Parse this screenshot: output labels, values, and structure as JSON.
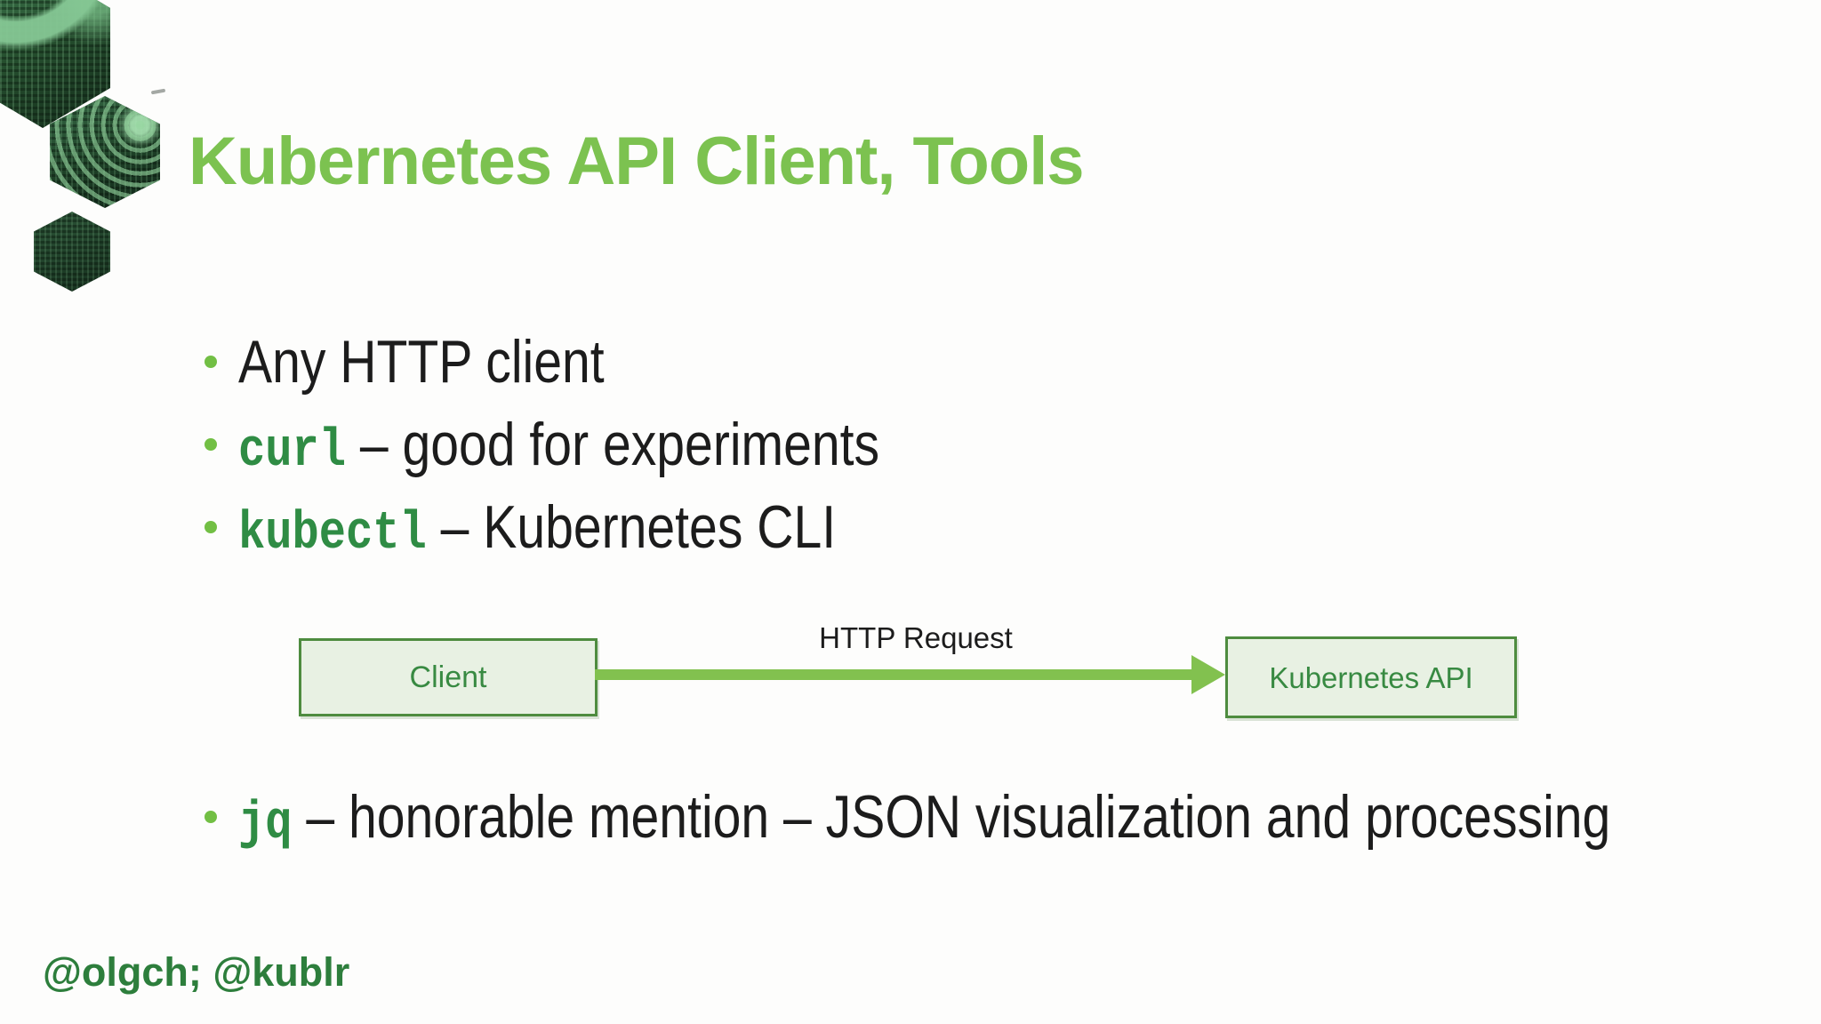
{
  "title": "Kubernetes API Client, Tools",
  "bullets": [
    {
      "code": "",
      "text": "Any HTTP client"
    },
    {
      "code": "curl",
      "text": " – good for experiments"
    },
    {
      "code": "kubectl",
      "text": " – Kubernetes CLI"
    }
  ],
  "jq_bullet": {
    "code": "jq",
    "text": " – honorable mention – JSON visualization and processing"
  },
  "diagram": {
    "client_label": "Client",
    "arrow_label": "HTTP Request",
    "api_label": "Kubernetes API"
  },
  "footer": "@olgch; @kublr",
  "colors": {
    "title_green": "#7cc250",
    "bullet_dot_green": "#72bf44",
    "code_green": "#2f8c44",
    "body_text": "#1c1c1c",
    "box_fill": "#e8f1e3",
    "box_border": "#4e8c3f",
    "box_text_green": "#388a42",
    "arrow_green": "#82c14f",
    "footer_green": "#2d7e3c"
  }
}
